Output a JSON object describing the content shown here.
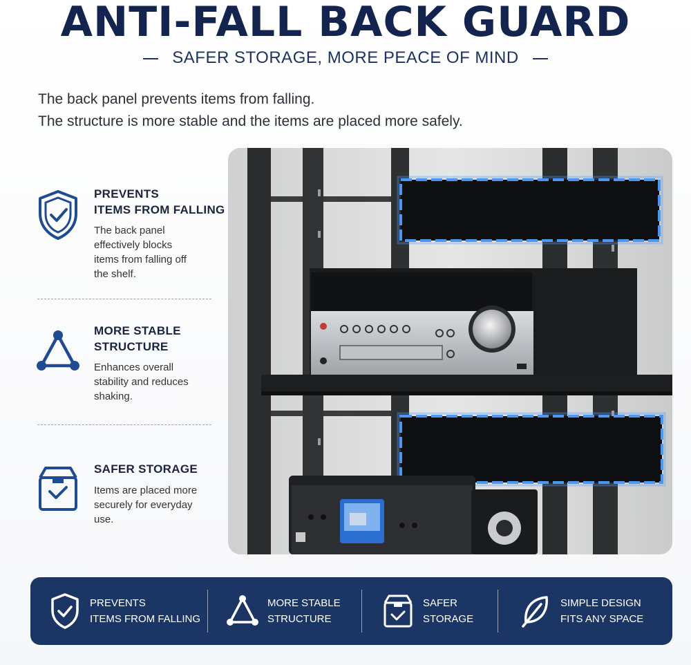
{
  "header": {
    "title": "ANTI-FALL BACK GUARD",
    "subtitle": "SAFER STORAGE, MORE PEACE OF MIND"
  },
  "intro": {
    "line1": "The back panel prevents items from falling.",
    "line2": "The structure is more stable and the items are placed more safely."
  },
  "features": [
    {
      "icon": "shield-check-icon",
      "title_line1": "PREVENTS",
      "title_line2": "ITEMS FROM FALLING",
      "desc": "The back panel effectively blocks items from falling off the shelf."
    },
    {
      "icon": "triangle-structure-icon",
      "title_line1": "MORE STABLE",
      "title_line2": "STRUCTURE",
      "desc": "Enhances overall stability and reduces shaking."
    },
    {
      "icon": "storage-box-icon",
      "title_line1": "SAFER STORAGE",
      "title_line2": "",
      "desc": "Items are placed more securely for everyday use."
    }
  ],
  "bottom_bar": [
    {
      "icon": "shield-check-icon",
      "line1": "PREVENTS",
      "line2": "ITEMS FROM FALLING"
    },
    {
      "icon": "triangle-structure-icon",
      "line1": "MORE STABLE",
      "line2": "STRUCTURE"
    },
    {
      "icon": "storage-box-icon",
      "line1": "SAFER",
      "line2": "STORAGE"
    },
    {
      "icon": "leaf-icon",
      "line1": "SIMPLE DESIGN",
      "line2": "FITS ANY SPACE"
    }
  ],
  "colors": {
    "navy": "#13254f",
    "feature_icon": "#1f4b93",
    "bar_background": "#1b3564",
    "highlight": "#3b8ef0"
  }
}
